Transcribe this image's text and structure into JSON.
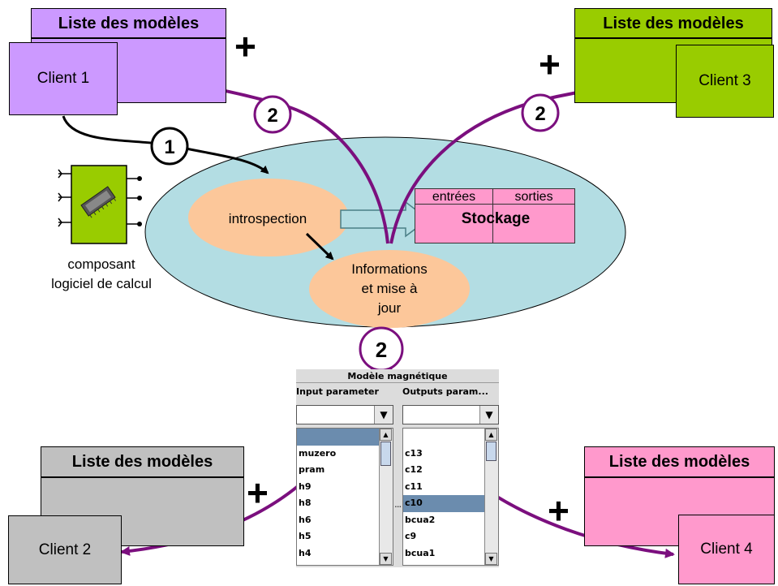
{
  "models_list_label": "Liste des modèles",
  "plus_sign": "+",
  "clients": {
    "c1": "Client 1",
    "c2": "Client 2",
    "c3": "Client 3",
    "c4": "Client 4"
  },
  "steps": {
    "one": "1",
    "two": "2"
  },
  "component": {
    "line1": "composant",
    "line2": "logiciel de calcul"
  },
  "ellipse": {
    "introspection": "introspection",
    "info_line1": "Informations",
    "info_line2": "et mise à",
    "info_line3": "jour",
    "storage_col1": "entrées",
    "storage_col2": "sorties",
    "storage_title": "Stockage"
  },
  "panel": {
    "title": "Modèle magnétique",
    "left_header": "Input parameter",
    "right_header": "Outputs param...",
    "left_items": [
      "",
      "muzero",
      "pram",
      "h9",
      "h8",
      "h6",
      "h5",
      "h4"
    ],
    "left_selected_index": 0,
    "right_items": [
      "",
      "c13",
      "c12",
      "c11",
      "c10",
      "bcua2",
      "c9",
      "bcua1"
    ],
    "right_selected_index": 4
  },
  "colors": {
    "purple_arrow": "#7b0f7e",
    "client1": "#cc99ff",
    "client3": "#99cc00",
    "client2": "#c0c0c0",
    "client4": "#ff99cc",
    "ellipse": "#b3dde3",
    "orange": "#fcc79a",
    "storage": "#ff99cc"
  }
}
